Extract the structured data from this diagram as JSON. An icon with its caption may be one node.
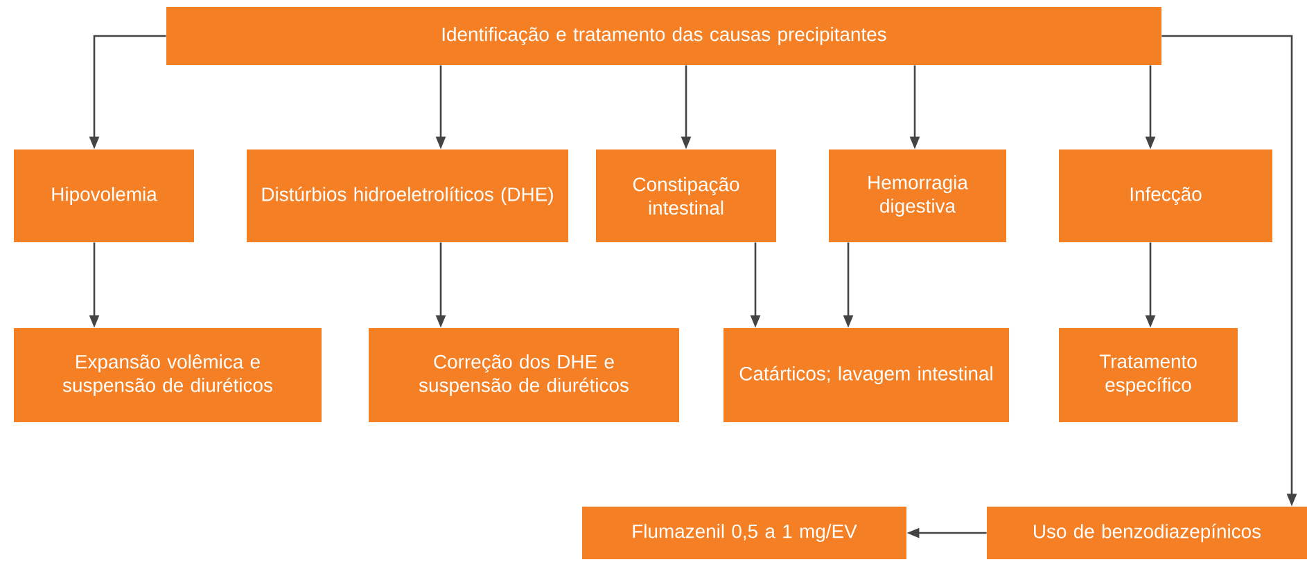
{
  "diagram": {
    "nodes": [
      {
        "text": [
          "Identificação e tratamento das causas precipitantes"
        ]
      },
      {
        "text": [
          "Hipovolemia"
        ]
      },
      {
        "text": [
          "Distúrbios hidroeletrolíticos (DHE)"
        ]
      },
      {
        "text": [
          "Constipação intestinal"
        ]
      },
      {
        "text": [
          "Hemorragia digestiva"
        ]
      },
      {
        "text": [
          "Infecção"
        ]
      },
      {
        "text": [
          "Expansão volêmica e suspensão de diuréticos"
        ]
      },
      {
        "text": [
          "Correção dos DHE e suspensão de diuréticos"
        ]
      },
      {
        "text": [
          "Catárticos; lavagem intestinal"
        ]
      },
      {
        "text": [
          "Tratamento específico"
        ]
      },
      {
        "text": [
          "Flumazenil 0,5 a 1 mg/EV"
        ]
      },
      {
        "text": [
          "Uso de benzodiazepínicos"
        ]
      }
    ],
    "edges": [
      {
        "from": 0,
        "to": 1,
        "arrow": "to"
      },
      {
        "from": 0,
        "to": 2,
        "arrow": "to"
      },
      {
        "from": 0,
        "to": 3,
        "arrow": "to"
      },
      {
        "from": 0,
        "to": 4,
        "arrow": "to"
      },
      {
        "from": 0,
        "to": 5,
        "arrow": "to"
      },
      {
        "from": 0,
        "to": 11,
        "arrow": "to"
      },
      {
        "from": 1,
        "to": 6,
        "arrow": "to"
      },
      {
        "from": 2,
        "to": 7,
        "arrow": "to"
      },
      {
        "from": 3,
        "to": 8,
        "arrow": "to"
      },
      {
        "from": 4,
        "to": 8,
        "arrow": "to"
      },
      {
        "from": 5,
        "to": 9,
        "arrow": "to"
      },
      {
        "from": 11,
        "to": 10,
        "arrow": "to"
      }
    ]
  }
}
